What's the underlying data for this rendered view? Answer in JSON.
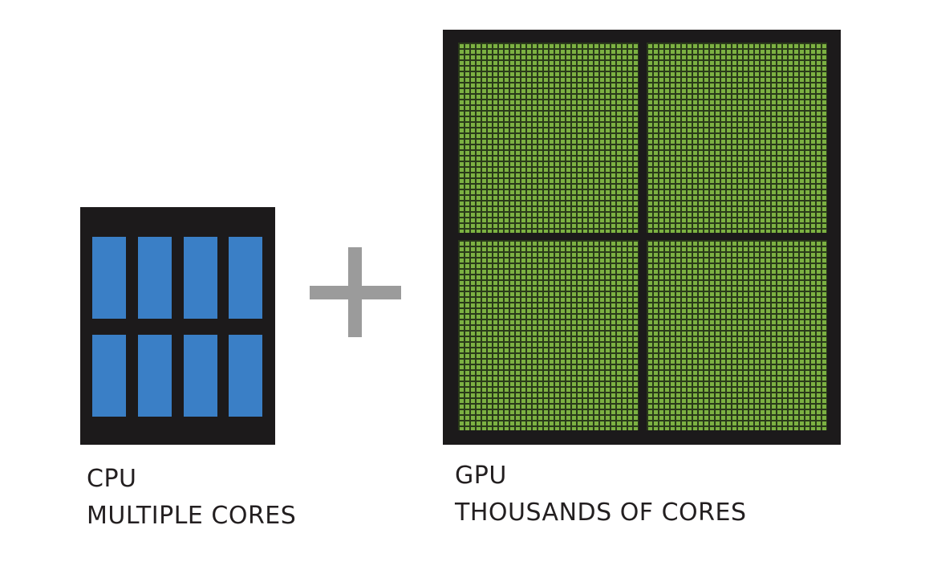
{
  "colors": {
    "background": "#ffffff",
    "chip_body": "#1c1a1b",
    "cpu_core": "#3a7fc6",
    "gpu_core": "#7cb142",
    "gpu_grid_line": "#2a3a1a",
    "plus": "#9b9b9b",
    "text": "#231f20"
  },
  "cpu": {
    "title": "CPU",
    "subtitle": "MULTIPLE CORES",
    "core_rows": 2,
    "core_cols": 4
  },
  "gpu": {
    "title": "GPU",
    "subtitle": "THOUSANDS OF CORES",
    "quadrant_rows": 2,
    "quadrant_cols": 2
  },
  "operator": {
    "symbol": "plus-icon"
  }
}
